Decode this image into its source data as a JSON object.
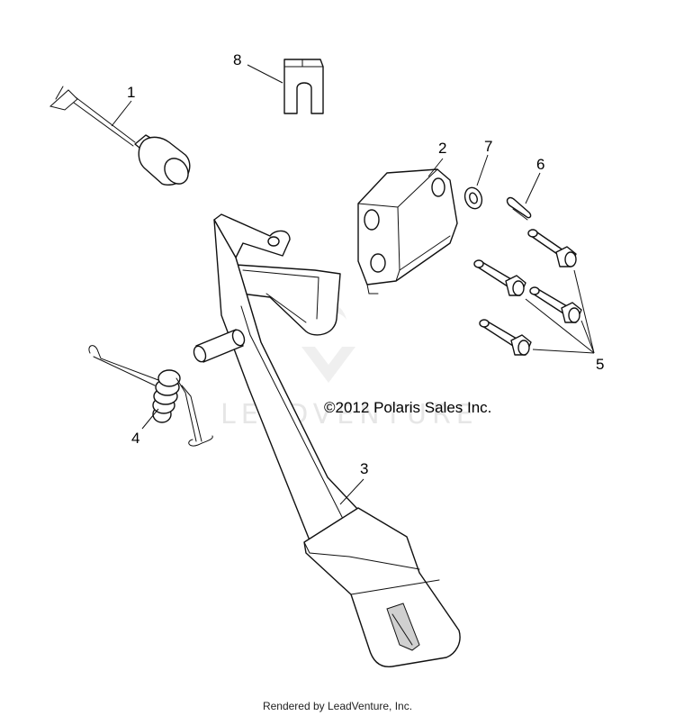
{
  "callouts": {
    "c1": "1",
    "c2": "2",
    "c3": "3",
    "c4": "4",
    "c5": "5",
    "c6": "6",
    "c7": "7",
    "c8": "8"
  },
  "copyright": "©2012 Polaris Sales Inc.",
  "watermark": "LEADVENTURE",
  "footer": "Rendered by LeadVenture, Inc."
}
